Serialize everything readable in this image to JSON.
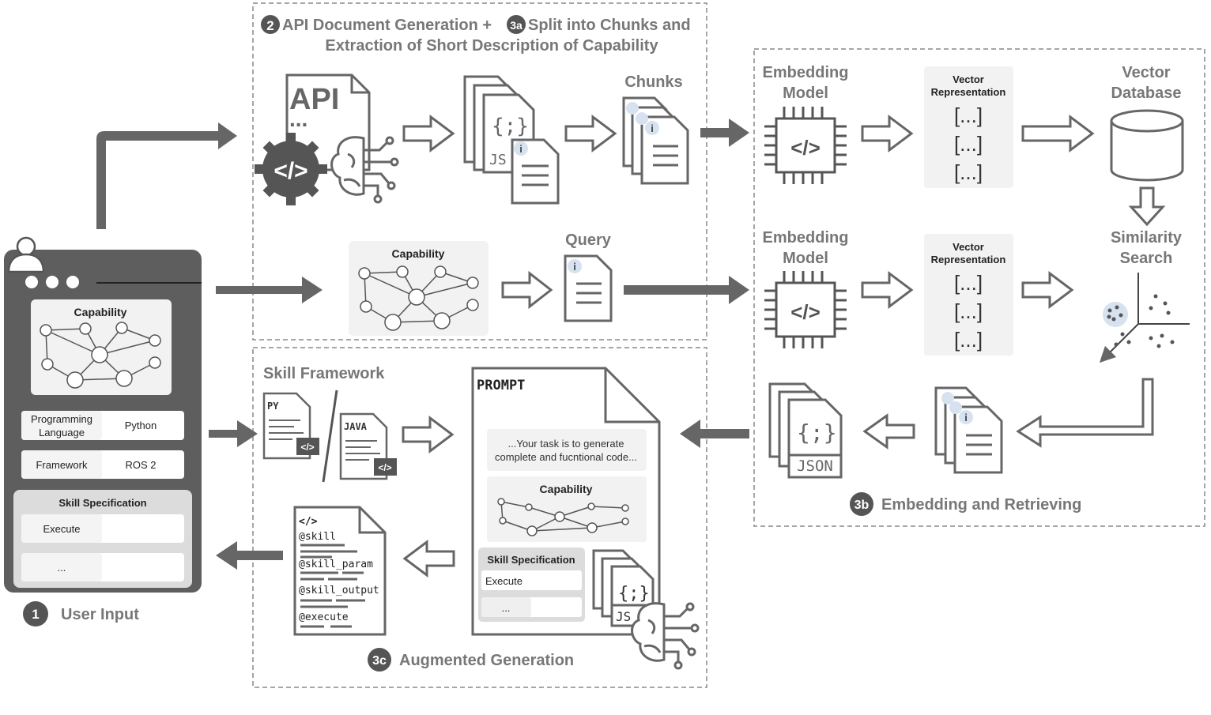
{
  "sections": {
    "api_title_line1_a": "API Document Generation +",
    "api_title_line1_b": "Split into Chunks and",
    "api_title_line2": "Extraction of Short Description of Capability",
    "step2_badge": "2",
    "step3a_badge": "3a",
    "embedding_label": "Embedding and Retrieving",
    "step3b_badge": "3b",
    "augmented_label": "Augmented Generation",
    "step3c_badge": "3c",
    "user_input_label": "User Input",
    "step1_badge": "1"
  },
  "top_row": {
    "api_text": "API",
    "api_dots": "...",
    "chunks_label": "Chunks",
    "json_short": "JS",
    "braces": "{;}"
  },
  "middle_row": {
    "capability_label": "Capability",
    "query_label": "Query"
  },
  "embedding_block": {
    "model_top_line1": "Embedding",
    "model_top_line2": "Model",
    "model_mid_line1": "Embedding",
    "model_mid_line2": "Model",
    "vector_rep_line1": "Vector",
    "vector_rep_line2": "Representation",
    "vector_item": "[...]",
    "vector_db_line1": "Vector",
    "vector_db_line2": "Database",
    "similarity_line1": "Similarity",
    "similarity_line2": "Search",
    "json_label": "JSON",
    "braces": "{;}",
    "info_glyph": "i"
  },
  "skill_framework": {
    "title": "Skill Framework",
    "py_label": "PY",
    "java_label": "JAVA",
    "code_glyph": "</>"
  },
  "prompt": {
    "title": "PROMPT",
    "task_line1": "...Your task is to generate",
    "task_line2": "complete and fucntional code...",
    "capability_label": "Capability",
    "skill_spec_label": "Skill Specification",
    "execute_label": "Execute",
    "ellipsis": "...",
    "braces": "{;}",
    "js_label": "JS"
  },
  "code_output": {
    "tag": "</>",
    "lines": [
      "@skill",
      "@skill_param",
      "@skill_output",
      "@execute"
    ]
  },
  "user_panel": {
    "capability_label": "Capability",
    "rows": [
      {
        "key_line1": "Programming",
        "key_line2": "Language",
        "value": "Python"
      },
      {
        "key_line1": "Framework",
        "key_line2": "",
        "value": "ROS 2"
      }
    ],
    "skill_spec_label": "Skill Specification",
    "spec_rows": [
      "Execute",
      "..."
    ]
  }
}
